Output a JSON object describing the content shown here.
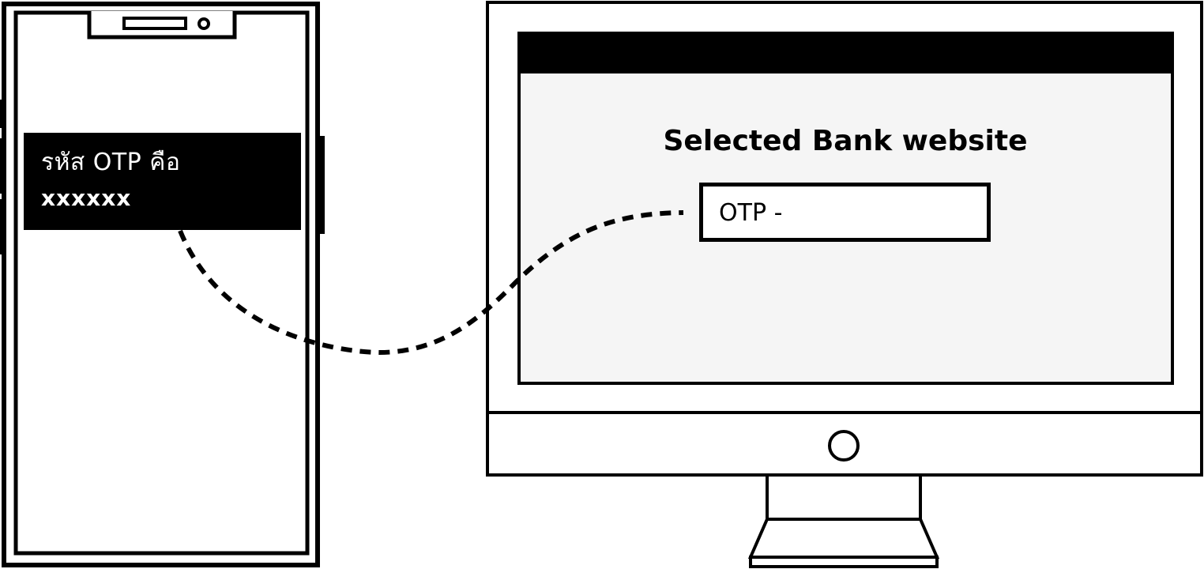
{
  "phone": {
    "sms": {
      "line1": "รหัส OTP คือ",
      "line2": "xxxxxx"
    }
  },
  "monitor": {
    "site_title": "Selected Bank website",
    "otp_field_label": "OTP -"
  },
  "colors": {
    "ink": "#000000",
    "screen_bg": "#f5f5f5",
    "paper": "#ffffff"
  },
  "icons": [
    "phone-speaker-icon",
    "phone-camera-icon",
    "monitor-power-button-icon"
  ]
}
